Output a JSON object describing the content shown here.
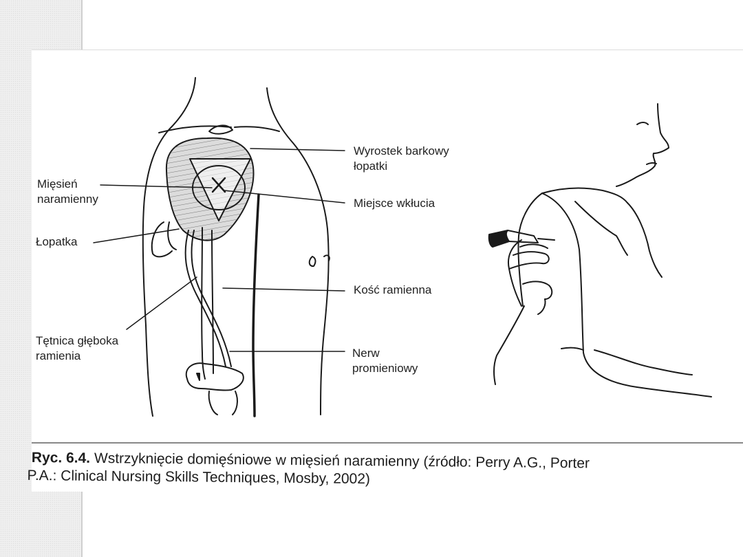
{
  "labels": {
    "acromion_line1": "Wyrostek barkowy",
    "acromion_line2": "łopatki",
    "deltoid_line1": "Mięsień",
    "deltoid_line2": "naramienny",
    "site": "Miejsce wkłucia",
    "scapula": "Łopatka",
    "humerus": "Kość ramienna",
    "artery_line1": "Tętnica głęboka",
    "artery_line2": "ramienia",
    "nerve_line1": "Nerw",
    "nerve_line2": "promieniowy"
  },
  "caption": {
    "figure": "Ryc. 6.4.",
    "line1": "Wstrzyknięcie domięśniowe w mięsień naramienny (źródło: Perry A.G., Porter",
    "line2": "P.A.: Clinical Nursing Skills Techniques, Mosby, 2002)"
  },
  "colors": {
    "ink": "#1a1a1a",
    "muscle_fill": "#dcdcdc",
    "background": "#ffffff"
  }
}
